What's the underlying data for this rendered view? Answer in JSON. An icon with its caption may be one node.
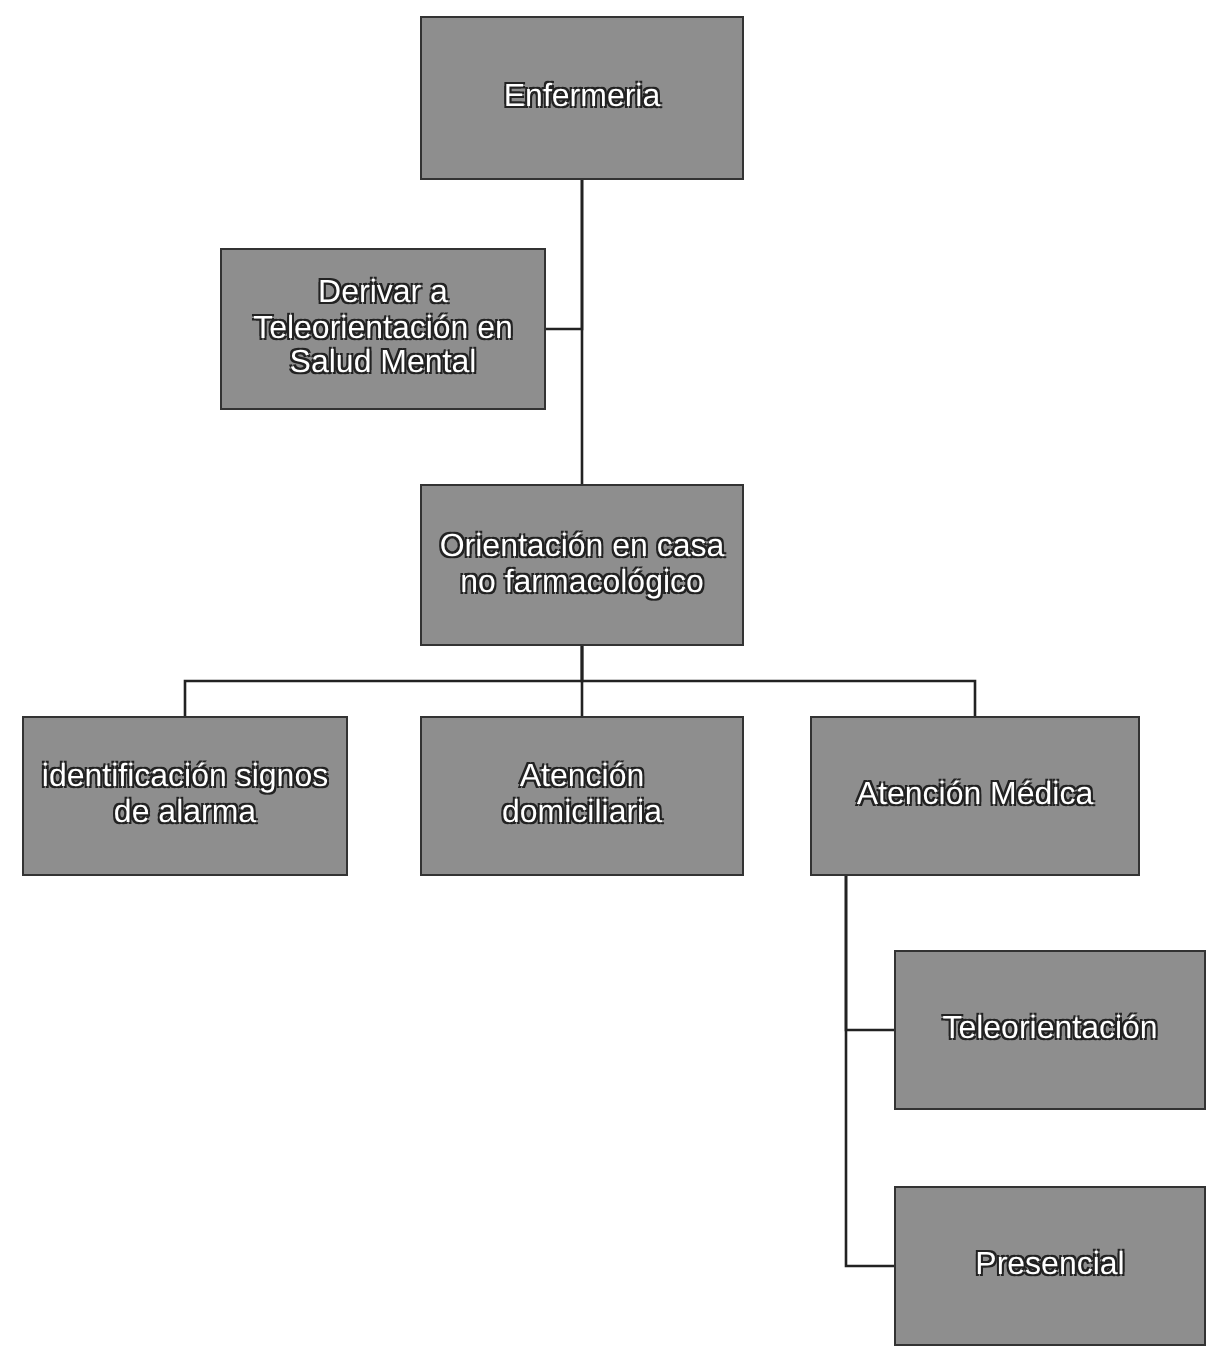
{
  "diagram": {
    "nodes": [
      {
        "text": [
          "Enfermeria"
        ]
      },
      {
        "text": [
          "Derivar a Teleorientación en Salud Mental"
        ]
      },
      {
        "text": [
          "Orientación en casa no farmacológico"
        ]
      },
      {
        "text": [
          "identificación signos de alarma"
        ]
      },
      {
        "text": [
          "Atención domiciliaria"
        ]
      },
      {
        "text": [
          "Atención Médica"
        ]
      },
      {
        "text": [
          "Teleorientación"
        ]
      },
      {
        "text": [
          "Presencial"
        ]
      }
    ],
    "edges": [
      {
        "from": 0,
        "to": 1,
        "arrow": "none"
      },
      {
        "from": 0,
        "to": 2,
        "arrow": "none"
      },
      {
        "from": 2,
        "to": 3,
        "arrow": "none"
      },
      {
        "from": 2,
        "to": 4,
        "arrow": "none"
      },
      {
        "from": 2,
        "to": 5,
        "arrow": "none"
      },
      {
        "from": 5,
        "to": 6,
        "arrow": "none"
      },
      {
        "from": 5,
        "to": 7,
        "arrow": "none"
      }
    ]
  }
}
